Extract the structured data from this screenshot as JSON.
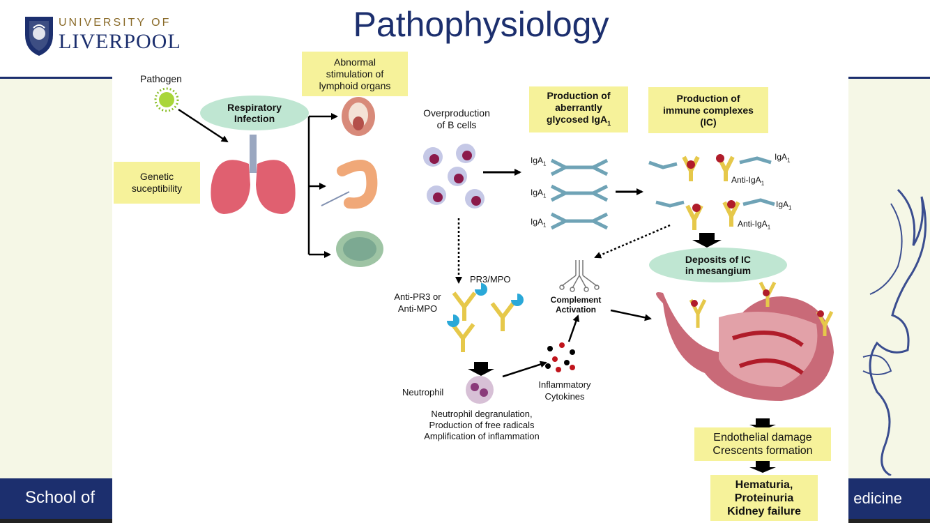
{
  "slide": {
    "title": "Pathophysiology",
    "logo": {
      "line1": "UNIVERSITY OF",
      "line2": "LIVERPOOL"
    },
    "footer": {
      "left": "School of",
      "right": "edicine"
    },
    "colors": {
      "navy": "#1c2f6e",
      "box": "#f6f29a",
      "ellipse": "#bfe6d2",
      "background": "#f5f7e6"
    }
  },
  "diagram": {
    "pathogen": "Pathogen",
    "respiratory_infection": "Respiratory\nInfection",
    "genetic": "Genetic\nsuceptibility",
    "abnormal_stimulation": "Abnormal\nstimulation of\nlymphoid organs",
    "overproduction": "Overproduction\nof B cells",
    "aberrant_iga": "Production of\naberrantly\nglycosed IgA",
    "aberrant_iga_sub": "1",
    "immune_complexes": "Production of\nimmune complexes\n(IC)",
    "iga_labels": [
      "IgA",
      "IgA",
      "IgA"
    ],
    "iga_sub": "1",
    "ic_iga_labels": [
      "IgA",
      "IgA"
    ],
    "anti_iga_labels": [
      "Anti-IgA",
      "Anti-IgA"
    ],
    "deposits": "Deposits of IC\nin mesangium",
    "pr3_mpo": "PR3/MPO",
    "anti_pr3": "Anti-PR3 or\nAnti-MPO",
    "complement": "Complement\nActivation",
    "neutrophil": "Neutrophil",
    "inflammatory": "Inflammatory\nCytokines",
    "degranulation": "Neutrophil degranulation,\nProduction of free radicals\nAmplification of inflammation",
    "endothelial": "Endothelial damage\nCrescents formation",
    "outcome": "Hematuria,\nProteinuria\nKidney failure"
  }
}
